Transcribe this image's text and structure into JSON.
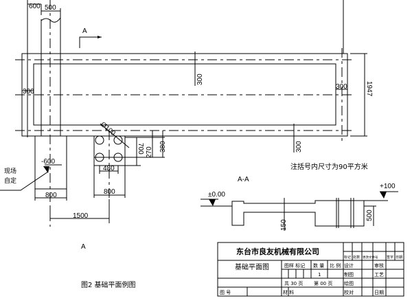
{
  "plan": {
    "dims": {
      "d600": "600",
      "d500": "500",
      "d300_left": "300",
      "d300_top": "300",
      "d300_right": "300",
      "d300_bottom": "300",
      "d1947": "1947",
      "phi100": "Ø100",
      "d700": "700",
      "d270": "270",
      "d380": "380",
      "d480": "480",
      "d800_right": "800",
      "d800_left": "800",
      "d1500": "1500"
    },
    "section_mark_top": "A",
    "section_mark_bottom": "A",
    "level_left": "-600",
    "leader_note_line1": "现场",
    "leader_note_line2": "自定"
  },
  "note": "注括号内尺寸为90平方米",
  "section": {
    "title": "A-A",
    "level_left": "±0.00",
    "level_right": "+100",
    "d150": "150",
    "d500": "500"
  },
  "caption": "图2  基础平面例图",
  "title_block": {
    "company": "东台市良友机械有限公司",
    "drawing_name": "基础平面图",
    "rev_headers": [
      "标记",
      "处数",
      "更改文件号",
      "签字",
      "日期"
    ],
    "stage_label": "图样  标记",
    "qty_label": "数 量",
    "qty_value": "1",
    "scale_label": "比 例",
    "sheets_total": "共  30  页",
    "sheet_no": "第  00  页",
    "drawing_no_label": "图 号",
    "material_label": "材 料",
    "roles_left": [
      "设计",
      "制图",
      "绘图",
      "校对"
    ],
    "roles_right": [
      "审核",
      "工艺",
      "",
      "日期"
    ]
  }
}
